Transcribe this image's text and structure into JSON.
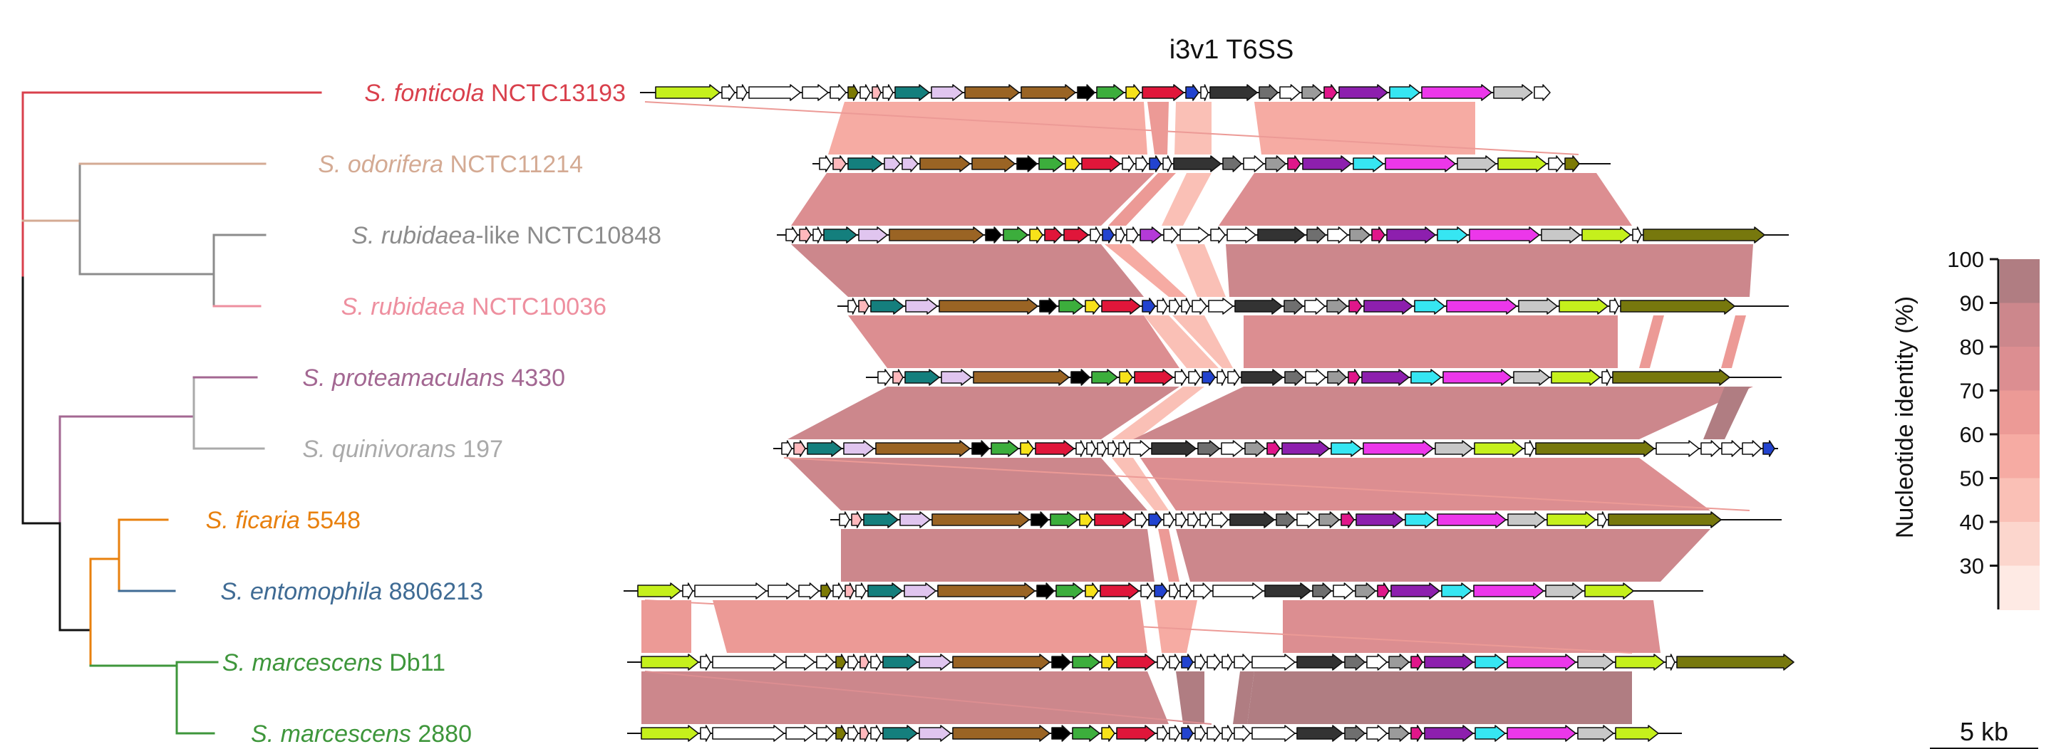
{
  "title": "i3v1 T6SS",
  "scale_bar": {
    "label": "5 kb"
  },
  "legend": {
    "label": "Nucleotide identity (%)",
    "ticks": [
      100,
      90,
      80,
      70,
      60,
      50,
      40,
      30
    ],
    "colors": [
      "#b07d82",
      "#cc878c",
      "#dc8e91",
      "#ec9a96",
      "#f6aba3",
      "#fac0b6",
      "#fcd6cd",
      "#feeae4",
      "#fff6f2"
    ]
  },
  "strains": [
    {
      "species": "S. fonticola",
      "strain": "NCTC13193",
      "color": "#d9404c"
    },
    {
      "species": "S. odorifera",
      "strain": "NCTC11214",
      "color": "#d4aa93"
    },
    {
      "species": "S. rubidaea",
      "suffix": "-like",
      "strain": "NCTC10848",
      "color": "#8c8c8c"
    },
    {
      "species": "S. rubidaea",
      "strain": "NCTC10036",
      "color": "#ee8f9f"
    },
    {
      "species": "S. proteamaculans",
      "strain": "4330",
      "color": "#a36792"
    },
    {
      "species": "S. quinivorans",
      "strain": "197",
      "color": "#aaaaaa"
    },
    {
      "species": "S. ficaria",
      "strain": "5548",
      "color": "#e8800e"
    },
    {
      "species": "S. entomophila",
      "strain": "8806213",
      "color": "#3f6b94"
    },
    {
      "species": "S. marcescens",
      "strain": "Db11",
      "color": "#3e963b"
    },
    {
      "species": "S. marcescens",
      "strain": "2880",
      "color": "#3e963b"
    }
  ],
  "tree_colors": {
    "black": "#111111",
    "fonticola": "#d9404c",
    "odorifera": "#d4aa93",
    "rubidaea_like": "#8c8c8c",
    "rubidaea": "#ee8f9f",
    "proteamaculans": "#a36792",
    "quinivorans": "#aaaaaa",
    "ficaria": "#e8800e",
    "entomophila": "#3f6b94",
    "marcescens": "#3e963b"
  },
  "gene_colors": {
    "vgrG": "#c5f01c",
    "hcp": "#ffffff",
    "tssA": "#7c7a05",
    "tssB": "#ffb8bc",
    "tssC": "#147f7d",
    "tssD": "#e0c5ef",
    "tssE": "#9a6424",
    "tssF": "#000000",
    "tssG": "#3cae3c",
    "tssH": "#f7e21a",
    "tssI": "#e0163a",
    "tssJ": "#2243cf",
    "tssK": "#333333",
    "tssL": "#6f6f6f",
    "tssM": "#9b9b9b",
    "pink": "#e0168a",
    "purple": "#8d1fae",
    "cyan": "#36e6f2",
    "magenta": "#ec37ea",
    "grey": "#c8c8c8",
    "olive": "#77780d",
    "chimeric": "#b43ad8"
  }
}
